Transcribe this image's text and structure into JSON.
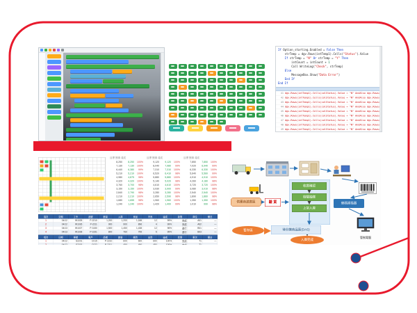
{
  "frame": {
    "border_color": "#e8192c",
    "accent_dot_color": "#1d4f91"
  },
  "red_bar": {
    "color": "#e8192c"
  },
  "blocks_panel": {
    "toolbar_colors": [
      "#4c97ff",
      "#3db04b",
      "#ffab19",
      "#e64d42",
      "#9966ff",
      "#8a8f94"
    ],
    "palette": [
      "#ffab19",
      "#4c97ff",
      "#9966ff",
      "#4c97ff",
      "#40bf4a",
      "#4c97ff",
      "#5cb1d6",
      "#ffab19",
      "#4c97ff",
      "#2e8b57",
      "#4c97ff",
      "#40bf4a"
    ],
    "rows": [
      {
        "i": 2,
        "s": [
          [
            134,
            "#3db04b"
          ]
        ]
      },
      {
        "i": 2,
        "s": [
          [
            90,
            "#4c97ff"
          ]
        ]
      },
      {
        "i": 2,
        "s": [
          [
            128,
            "#3db04b"
          ]
        ]
      },
      {
        "i": 8,
        "s": [
          [
            60,
            "#4c97ff"
          ],
          [
            28,
            "#ffab19"
          ]
        ]
      },
      {
        "i": 8,
        "s": [
          [
            80,
            "#5cb1d6"
          ]
        ]
      },
      {
        "i": 8,
        "s": [
          [
            46,
            "#4c97ff"
          ],
          [
            30,
            "#3db04b"
          ]
        ]
      },
      {
        "i": 2,
        "s": [
          [
            120,
            "#2e9a41"
          ]
        ]
      },
      {
        "i": 8,
        "s": [
          [
            70,
            "#4c97ff"
          ]
        ]
      },
      {
        "i": 8,
        "s": [
          [
            50,
            "#ffab19"
          ],
          [
            40,
            "#4c97ff"
          ]
        ]
      },
      {
        "i": 14,
        "s": [
          [
            64,
            "#4c97ff"
          ]
        ]
      },
      {
        "i": 14,
        "s": [
          [
            44,
            "#3db04b"
          ],
          [
            24,
            "#ffab19"
          ]
        ]
      },
      {
        "i": 8,
        "s": [
          [
            84,
            "#4c97ff"
          ]
        ]
      },
      {
        "i": 2,
        "s": [
          [
            110,
            "#3db04b"
          ]
        ]
      },
      {
        "i": 8,
        "s": [
          [
            60,
            "#ffab19"
          ]
        ]
      },
      {
        "i": 8,
        "s": [
          [
            76,
            "#4c97ff"
          ]
        ]
      },
      {
        "i": 2,
        "s": [
          [
            96,
            "#2e9a41"
          ]
        ]
      },
      {
        "i": 2,
        "s": [
          [
            70,
            "#4c97ff"
          ]
        ]
      },
      {
        "i": 2,
        "s": [
          [
            50,
            "#3db04b"
          ]
        ]
      }
    ]
  },
  "grid_panel": {
    "green": "#2f9e4e",
    "orange": "#f59a23",
    "rows": [
      [
        "g",
        "g",
        "g",
        "g",
        "g",
        "g",
        "g",
        "g",
        "g",
        "g"
      ],
      [
        "g",
        "g",
        "g",
        "g",
        "o",
        "g",
        "g",
        "g",
        "g",
        "g"
      ],
      [
        "g",
        "g",
        "g",
        "g",
        "g",
        "g",
        "g",
        "o",
        "g",
        "g"
      ],
      [
        "g",
        "o",
        "g",
        "g",
        "g",
        "g",
        "g",
        "g",
        "g",
        "g"
      ],
      [
        "g",
        "g",
        "g",
        "g",
        "g",
        "g",
        "g",
        "g",
        "g",
        "g"
      ],
      [
        "g",
        "g",
        "o",
        "g",
        "g",
        "o",
        "g",
        "g",
        "g",
        "g"
      ],
      [
        "g",
        "g",
        "g",
        "g",
        "g",
        "g",
        "g",
        "g",
        "o",
        "g"
      ],
      [
        "o",
        "g",
        "g",
        "g",
        "g",
        "g",
        "g",
        "g",
        "g",
        "g"
      ],
      [
        "g",
        "g",
        "g",
        "o",
        "g",
        "g",
        "",
        "",
        "",
        ""
      ]
    ],
    "legend": [
      "#2bb3a0",
      "#ffd23f",
      "#f59a23",
      "#f2708a",
      "#4aa3df"
    ]
  },
  "code_panel": {
    "lines": [
      [
        {
          "t": "If ",
          "c": "k"
        },
        {
          "t": "Option_starting.Enabled = ",
          "c": "p"
        },
        {
          "t": "False ",
          "c": "k"
        },
        {
          "t": "Then",
          "c": "k"
        }
      ],
      [
        {
          "t": "    strTemp = dgv.Rows(intTemp1).Cells(",
          "c": "p"
        },
        {
          "t": "\"Status\"",
          "c": "s"
        },
        {
          "t": ").Value",
          "c": "p"
        }
      ],
      [
        {
          "t": "    If ",
          "c": "k"
        },
        {
          "t": "strTemp = ",
          "c": "p"
        },
        {
          "t": "\"N\"",
          "c": "s"
        },
        {
          "t": " Or ",
          "c": "k"
        },
        {
          "t": "strTemp = ",
          "c": "p"
        },
        {
          "t": "\"Y\"",
          "c": "s"
        },
        {
          "t": " Then",
          "c": "k"
        }
      ],
      [
        {
          "t": "        intCount = intCount + ",
          "c": "p"
        },
        {
          "t": "1",
          "c": "n"
        }
      ],
      [
        {
          "t": "        Call WriteLog(",
          "c": "p"
        },
        {
          "t": "\"Check\"",
          "c": "s"
        },
        {
          "t": ", strTemp)",
          "c": "p"
        }
      ],
      [
        {
          "t": "    Else",
          "c": "k"
        }
      ],
      [
        {
          "t": "        MessageBox.Show(",
          "c": "p"
        },
        {
          "t": "\"Data Error\"",
          "c": "s"
        },
        {
          "t": ")",
          "c": "p"
        }
      ],
      [
        {
          "t": "    End If",
          "c": "k"
        }
      ],
      [
        {
          "t": "End If",
          "c": "k"
        }
      ]
    ],
    "log": [
      {
        "n": "41",
        "t": "dgv.Rows(intTemp1).Cells(colStatus).Value = \"N\" AndAlso dgv.Rows(intTemp1).Cells(colChk).Value = True"
      },
      {
        "n": "42",
        "t": "dgv.Rows(intTemp1).Cells(colStatus).Value = \"N\" AndAlso dgv.Rows(intTemp1).Cells(colChk).Value = True"
      },
      {
        "n": "43",
        "t": "dgv.Rows(intTemp1).Cells(colStatus).Value = \"N\" AndAlso dgv.Rows(intTemp1).Cells(colChk).Value = True"
      },
      {
        "n": "44",
        "t": "dgv.Rows(intTemp1).Cells(colStatus).Value = \"N\" AndAlso dgv.Rows(intTemp1).Cells(colChk).Value = True"
      },
      {
        "n": "45",
        "t": "dgv.Rows(intTemp1).Cells(colStatus).Value = \"N\" AndAlso dgv.Rows(intTemp1).Cells(colChk).Value = True"
      },
      {
        "n": "46",
        "t": "dgv.Rows(intTemp1).Cells(colStatus).Value = \"N\" AndAlso dgv.Rows(intTemp1).Cells(colChk).Value = True"
      },
      {
        "n": "47",
        "t": "dgv.Rows(intTemp1).Cells(colStatus).Value = \"N\" AndAlso dgv.Rows(intTemp1).Cells(colChk).Value = True"
      },
      {
        "n": "48",
        "t": "dgv.Rows(intTemp1).Cells(colStatus).Value = \"N\" AndAlso dgv.Rows(intTemp1).Cells(colChk).Value = True"
      },
      {
        "n": "49",
        "t": "dgv.Rows(intTemp1).Cells(colStatus).Value = \"N\" AndAlso dgv.Rows(intTemp1).Cells(colChk).Value = True"
      }
    ]
  },
  "sheet_panel": {
    "gantt_markers": [
      [
        4,
        8,
        10,
        8,
        "#e74c3c"
      ],
      [
        18,
        8,
        10,
        8,
        "#2ecc71"
      ],
      [
        4,
        20,
        10,
        8,
        "#f5a623"
      ],
      [
        18,
        20,
        10,
        8,
        "#e74c3c"
      ],
      [
        4,
        32,
        10,
        8,
        "#2ecc71"
      ],
      [
        32,
        8,
        6,
        120,
        "#3aa55c"
      ],
      [
        2,
        56,
        186,
        10,
        "#ffd43b"
      ],
      [
        2,
        112,
        186,
        10,
        "#ffd43b"
      ],
      [
        4,
        132,
        10,
        8,
        "#4a90d9"
      ],
      [
        18,
        132,
        10,
        8,
        "#e74c3c"
      ],
      [
        4,
        144,
        10,
        8,
        "#2ecc71"
      ]
    ],
    "groups": [
      {
        "header": "目標 實績 達成",
        "rows": [
          [
            "8,250",
            "8,250",
            "100%"
          ],
          [
            "7,130",
            "7,130",
            "100%"
          ],
          [
            "6,440",
            "6,380",
            "99%"
          ],
          [
            "5,210",
            "5,210",
            "100%"
          ],
          [
            "4,980",
            "4,875",
            "98%"
          ],
          [
            "4,320",
            "4,320",
            "100%"
          ],
          [
            "3,760",
            "3,700",
            "98%"
          ],
          [
            "3,150",
            "3,150",
            "100%"
          ],
          [
            "2,840",
            "2,790",
            "98%"
          ],
          [
            "2,210",
            "2,210",
            "100%"
          ],
          [
            "1,680",
            "1,655",
            "98%"
          ],
          [
            "1,240",
            "1,240",
            "100%"
          ]
        ]
      },
      {
        "header": "目標 實績 達成",
        "rows": [
          [
            "9,120",
            "9,120",
            "100%"
          ],
          [
            "8,040",
            "7,980",
            "99%"
          ],
          [
            "7,310",
            "7,310",
            "100%"
          ],
          [
            "6,520",
            "6,410",
            "98%"
          ],
          [
            "5,880",
            "5,880",
            "100%"
          ],
          [
            "5,140",
            "5,020",
            "98%"
          ],
          [
            "4,610",
            "4,610",
            "100%"
          ],
          [
            "3,930",
            "3,900",
            "99%"
          ],
          [
            "3,280",
            "3,280",
            "100%"
          ],
          [
            "2,650",
            "2,590",
            "98%"
          ],
          [
            "1,960",
            "1,960",
            "100%"
          ],
          [
            "1,420",
            "1,400",
            "99%"
          ]
        ]
      },
      {
        "header": "目標 實績 達成",
        "rows": [
          [
            "7,850",
            "7,850",
            "100%"
          ],
          [
            "7,020",
            "6,940",
            "99%"
          ],
          [
            "6,330",
            "6,330",
            "100%"
          ],
          [
            "5,640",
            "5,560",
            "99%"
          ],
          [
            "4,910",
            "4,910",
            "100%"
          ],
          [
            "4,260",
            "4,180",
            "98%"
          ],
          [
            "3,720",
            "3,720",
            "100%"
          ],
          [
            "3,080",
            "3,010",
            "98%"
          ],
          [
            "2,540",
            "2,540",
            "100%"
          ],
          [
            "1,890",
            "1,860",
            "98%"
          ],
          [
            "1,350",
            "1,350",
            "100%"
          ],
          [
            "1,010",
            "990",
            "98%"
          ]
        ]
      }
    ],
    "table1": {
      "headers": [
        "項次",
        "交期",
        "工令",
        "品號",
        "數量",
        "入庫",
        "良品",
        "不良",
        "達成",
        "狀態",
        "庫位",
        "備註"
      ],
      "rows": [
        [
          "1",
          "04/12",
          "W1025",
          "P-2210",
          "1,200",
          "1,200",
          "1,188",
          "12",
          "99%",
          "完成",
          "A01",
          "—"
        ],
        [
          "2",
          "04/12",
          "W1026",
          "P-2211",
          "900",
          "900",
          "896",
          "4",
          "99%",
          "完成",
          "A02",
          "—"
        ],
        [
          "3",
          "04/13",
          "W1027",
          "P-3150",
          "1,500",
          "1,450",
          "1,438",
          "12",
          "96%",
          "進行",
          "B01",
          "—"
        ],
        [
          "4",
          "04/13",
          "W1028",
          "P-3151",
          "800",
          "760",
          "755",
          "5",
          "95%",
          "進行",
          "B03",
          "—"
        ]
      ]
    },
    "table2": {
      "headers": [
        "項次",
        "日期",
        "單號",
        "客戶",
        "品號",
        "數量",
        "揀貨",
        "出貨",
        "達成",
        "狀態",
        "車次",
        "備註"
      ],
      "rows": [
        [
          "1",
          "04/12",
          "S2201",
          "C015",
          "P-2210",
          "600",
          "600",
          "600",
          "100%",
          "完成",
          "T1",
          "—"
        ],
        [
          "2",
          "04/12",
          "S2202",
          "C022",
          "P-2211",
          "450",
          "450",
          "450",
          "100%",
          "完成",
          "T1",
          "—"
        ],
        [
          "3",
          "04/13",
          "S2203",
          "C031",
          "P-3150",
          "700",
          "650",
          "—",
          "93%",
          "揀貨",
          "T2",
          "—"
        ]
      ]
    }
  },
  "flow_panel": {
    "supplier": "供應商送貨區",
    "inspect": "驗 貨",
    "steps": [
      "收貨確認",
      "檢驗抽樣",
      "上架入庫"
    ],
    "scanner": "條碼掃描器",
    "das": "待分揀商品區(DAS)",
    "staging": "暫存區",
    "done": "入庫完成",
    "pc": "管制電腦"
  }
}
